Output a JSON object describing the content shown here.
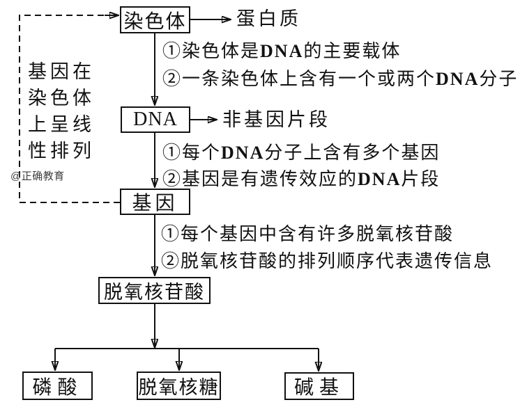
{
  "watermark": "@正确教育",
  "side_note": {
    "lines": [
      "基因在",
      "染色体",
      "上呈线",
      "性排列"
    ]
  },
  "boxes": {
    "chromosome": "染色体",
    "dna": "DNA",
    "gene": "基因",
    "nucleotide": "脱氧核苷酸",
    "phosphate": "磷酸",
    "deoxyribose": "脱氧核糖",
    "base": "碱基"
  },
  "side_products": {
    "protein": "蛋白质",
    "non_gene": "非基因片段"
  },
  "annotations": {
    "chromosome_to_dna": [
      "①染色体是DNA的主要载体",
      "②一条染色体上含有一个或两个DNA分子"
    ],
    "dna_to_gene": [
      "①每个DNA分子上含有多个基因",
      "②基因是有遗传效应的DNA片段"
    ],
    "gene_to_nucleotide": [
      "①每个基因中含有许多脱氧核苷酸",
      "②脱氧核苷酸的排列顺序代表遗传信息"
    ]
  },
  "colors": {
    "line": "#111111",
    "text": "#111111",
    "watermark": "#3f3f3f",
    "background": "#ffffff"
  }
}
